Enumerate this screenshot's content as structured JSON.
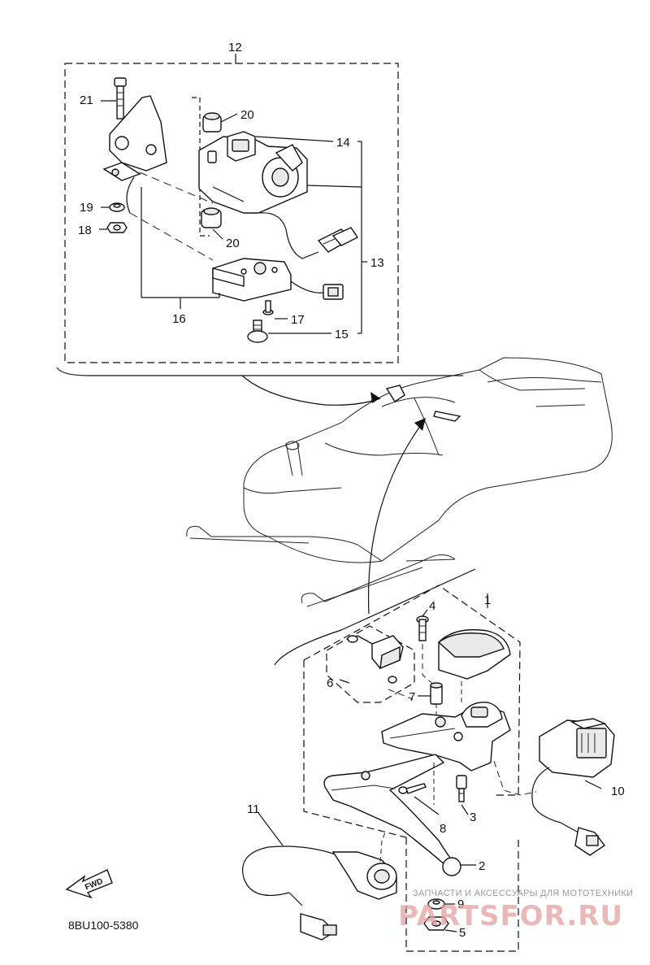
{
  "diagram": {
    "callouts": {
      "c1": "1",
      "c2": "2",
      "c3": "3",
      "c4": "4",
      "c5": "5",
      "c6": "6",
      "c7": "7",
      "c8": "8",
      "c9": "9",
      "c10": "10",
      "c11": "11",
      "c12": "12",
      "c13": "13",
      "c14": "14",
      "c15": "15",
      "c16": "16",
      "c17": "17",
      "c18": "18",
      "c19": "19",
      "c20a": "20",
      "c20b": "20",
      "c21": "21"
    },
    "fwd_label": "FWD",
    "diagram_code": "8BU100-5380"
  },
  "watermark": {
    "tagline": "ЗАПЧАСТИ И АКСЕССУАРЫ ДЛЯ МОТОТЕХНИКИ",
    "brand": "PARTSFOR.RU"
  }
}
